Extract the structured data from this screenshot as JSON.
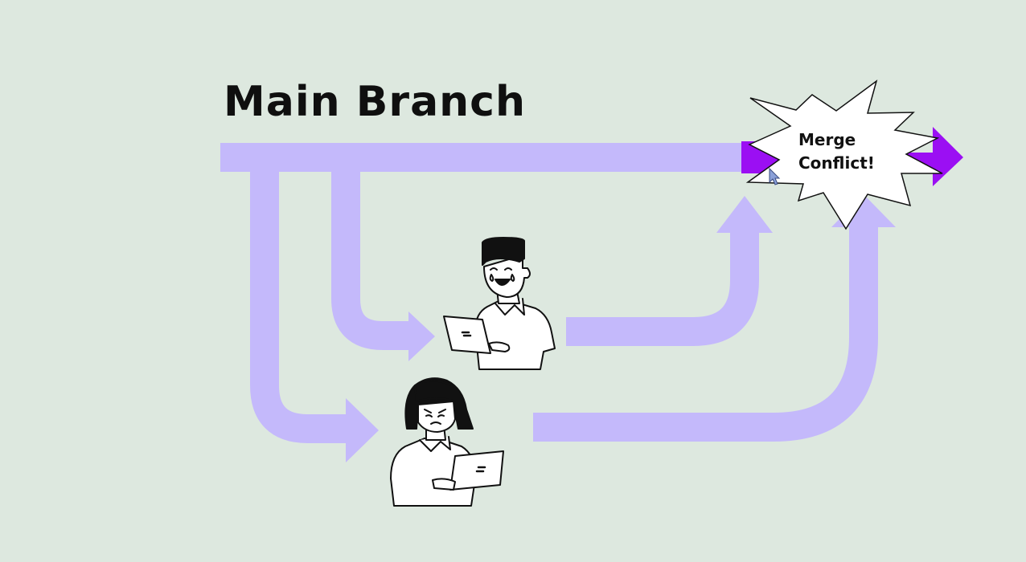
{
  "diagram": {
    "title": "Main Branch",
    "merge_label": {
      "line1": "Merge",
      "line2": "Conflict!"
    },
    "colors": {
      "background": "#dde8df",
      "branch_arrow": "#c4b9fb",
      "merge_arrowhead": "#9b0ff3",
      "burst_fill": "#ffffff",
      "burst_stroke": "#111111"
    },
    "people": [
      {
        "name": "developer-happy",
        "expression": "laughing-with-tears",
        "icon": "person-laptop-icon"
      },
      {
        "name": "developer-upset",
        "expression": "frowning",
        "icon": "person-laptop-icon"
      }
    ],
    "cursor_icon": "mouse-pointer-icon"
  }
}
